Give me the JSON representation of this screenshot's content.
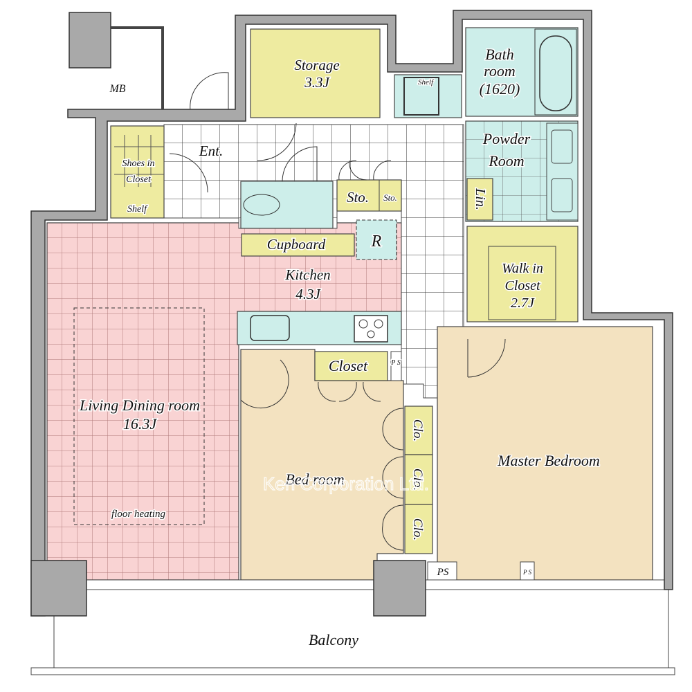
{
  "title": "Floor plan",
  "colors": {
    "wall": "#a9a9a9",
    "storage": "#eeeba0",
    "wet": "#cdeeea",
    "ldk": "#f9d3d3",
    "bedroom": "#f3e2c0"
  },
  "rooms": {
    "mb": "MB",
    "entrance": "Ent.",
    "shoes_closet": [
      "Shoes in",
      "Closet"
    ],
    "shoes_shelf": "Shelf",
    "storage": {
      "name": "Storage",
      "size": "3.3J"
    },
    "shelf": "Shelf",
    "bath": {
      "line1": "Bath",
      "line2": "room",
      "line3": "(1620)"
    },
    "powder": {
      "line1": "Powder",
      "line2": "Room"
    },
    "linen": "Lin.",
    "walk_in": {
      "line1": "Walk in",
      "line2": "Closet",
      "size": "2.7J"
    },
    "sto_large": "Sto.",
    "sto_small": "Sto.",
    "cupboard": "Cupboard",
    "refrigerator": "R",
    "kitchen": {
      "name": "Kitchen",
      "size": "4.3J"
    },
    "living": {
      "name": "Living Dining room",
      "size": "16.3J",
      "note": "floor heating"
    },
    "closet": "Closet",
    "ps": "PS",
    "ps_small": "P S",
    "bedroom": "Bed room",
    "clo": [
      "Clo.",
      "Clo.",
      "Clo."
    ],
    "master": "Master Bedroom",
    "balcony": "Balcony"
  },
  "watermark": "Ken Corporation Ltd."
}
